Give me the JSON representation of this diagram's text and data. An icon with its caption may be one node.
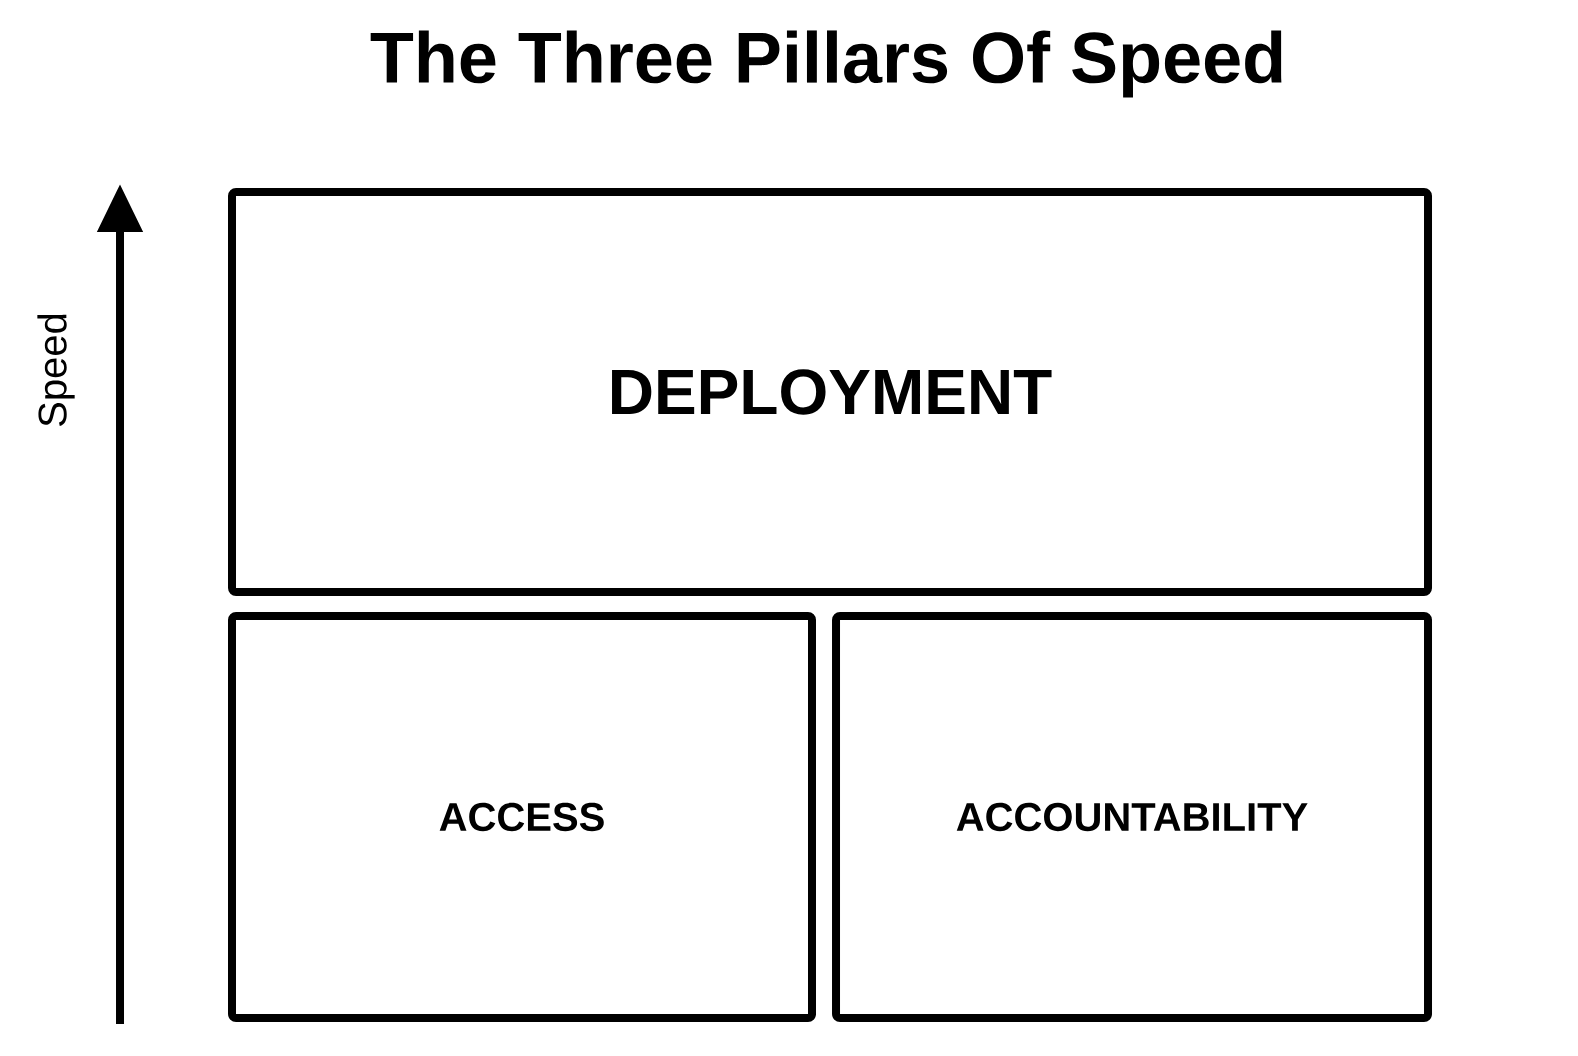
{
  "diagram": {
    "title": "The Three Pillars Of Speed",
    "nodes": [
      {
        "text": [
          "DEPLOYMENT"
        ]
      },
      {
        "text": [
          "ACCESS"
        ]
      },
      {
        "text": [
          "ACCOUNTABILITY"
        ]
      }
    ],
    "labels": [
      "Speed"
    ]
  }
}
